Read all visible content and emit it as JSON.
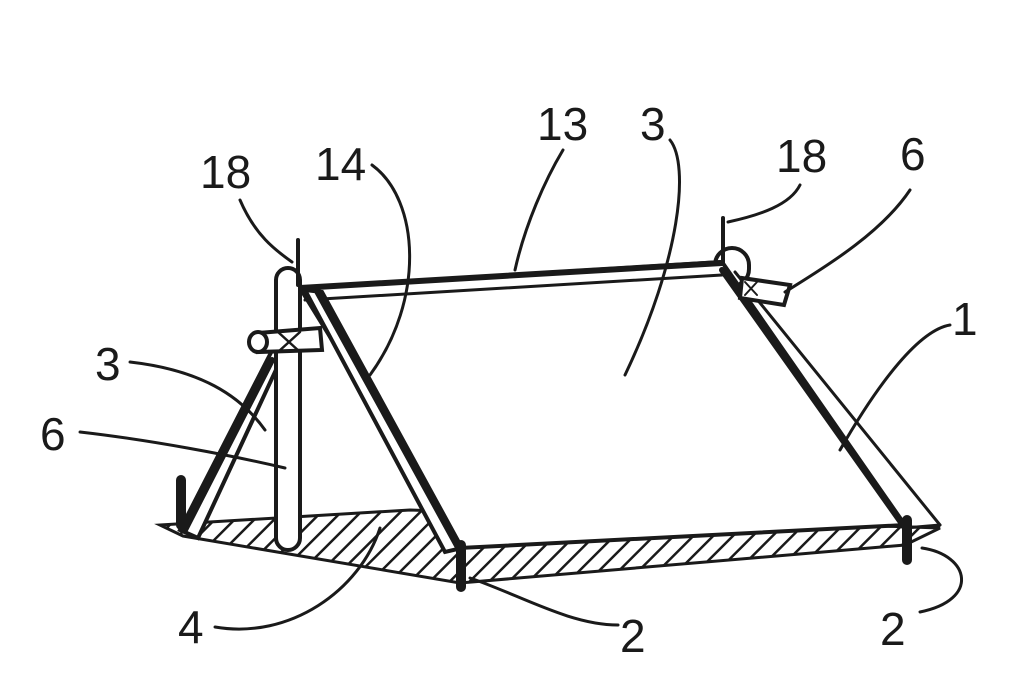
{
  "figure": {
    "labels": {
      "ref_18_left": "18",
      "ref_14": "14",
      "ref_13": "13",
      "ref_3_top": "3",
      "ref_18_right": "18",
      "ref_6_right": "6",
      "ref_1": "1",
      "ref_3_left": "3",
      "ref_6_left": "6",
      "ref_4": "4",
      "ref_2_center": "2",
      "ref_2_right": "2"
    },
    "colors": {
      "ink": "#1a1a1a",
      "paper": "#ffffff"
    }
  }
}
